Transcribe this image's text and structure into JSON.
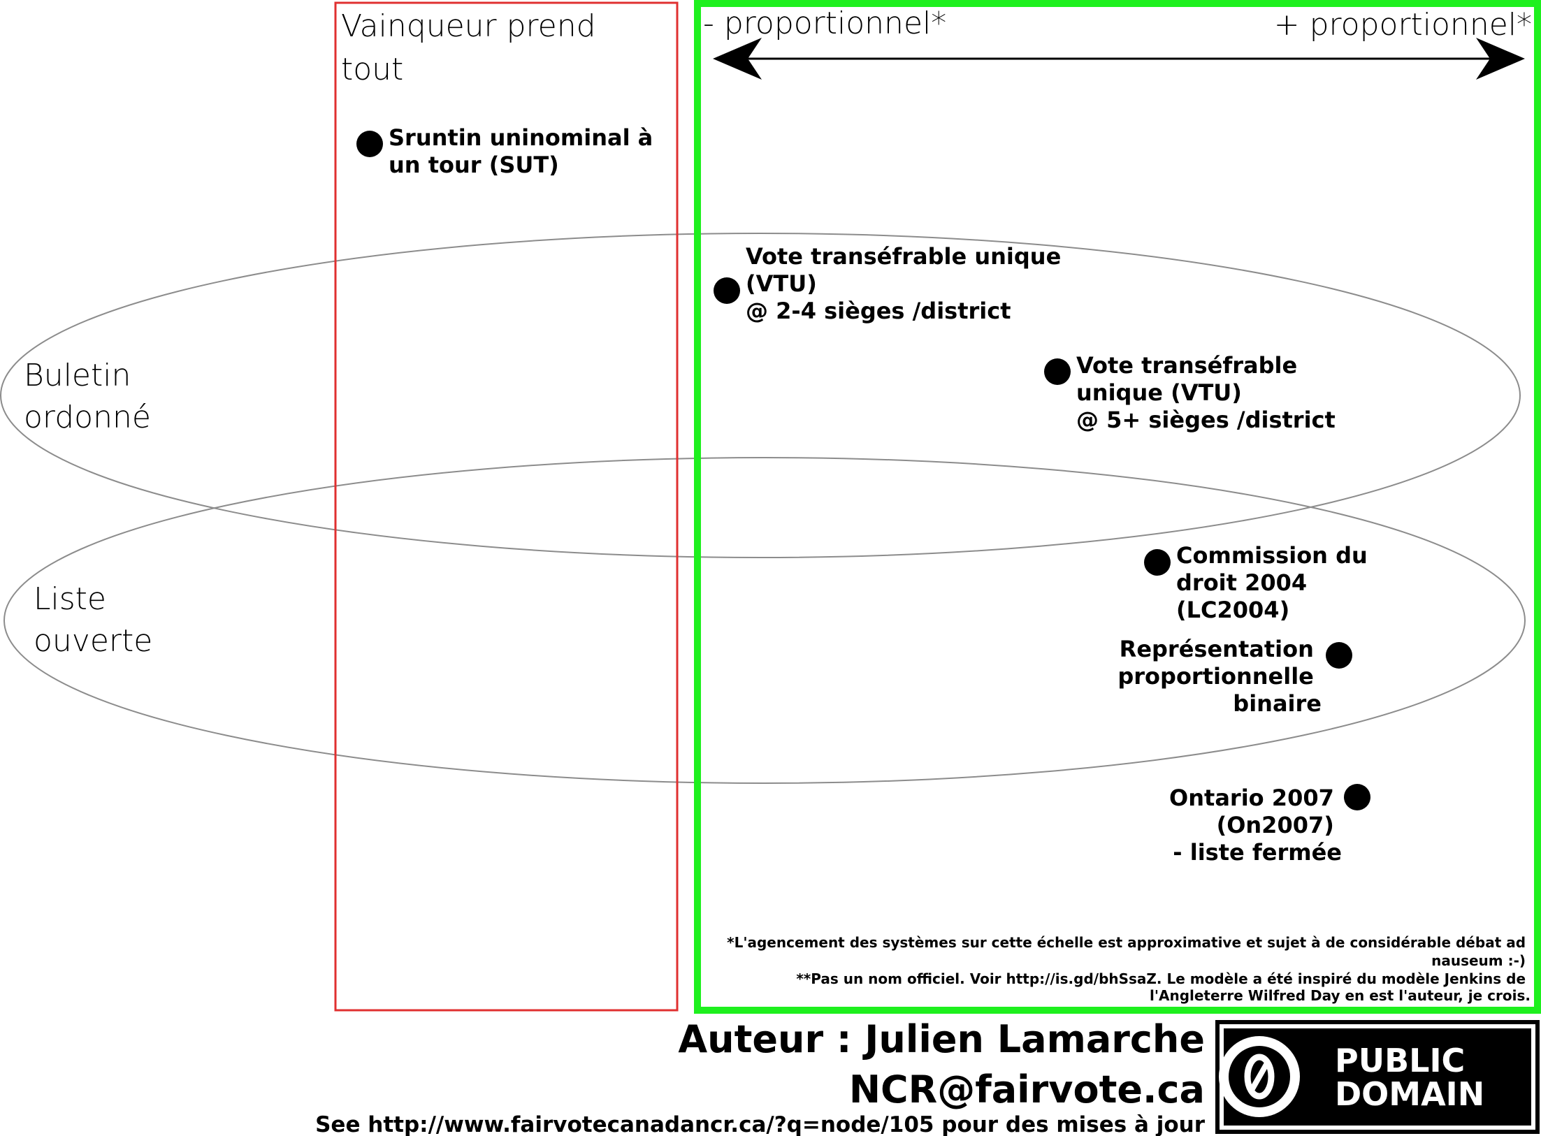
{
  "columns": {
    "winner_takes_all": [
      "Vainqueur prend",
      "tout"
    ],
    "proportional_left": "- proportionnel*",
    "proportional_right": "+ proportionnel*"
  },
  "rows": {
    "ordered_ballot": [
      "Buletin",
      "ordonné"
    ],
    "open_list": [
      "Liste",
      "ouverte"
    ]
  },
  "systems": [
    {
      "id": "sut",
      "lines": [
        "Sruntin uninominal à",
        "un tour (SUT)"
      ]
    },
    {
      "id": "vtu-2-4",
      "lines": [
        "Vote transéfrable unique",
        "(VTU)",
        "@ 2-4 sièges /district"
      ]
    },
    {
      "id": "vtu-5",
      "lines": [
        "Vote transéfrable",
        "unique (VTU)",
        "@ 5+ sièges /district"
      ]
    },
    {
      "id": "lc2004",
      "lines": [
        "Commission du",
        "droit 2004",
        "(LC2004)"
      ]
    },
    {
      "id": "rp-binaire",
      "lines": [
        "Représentation",
        "proportionnelle",
        "binaire"
      ]
    },
    {
      "id": "on2007",
      "lines": [
        "Ontario 2007",
        "(On2007)",
        "- liste fermée"
      ]
    }
  ],
  "footnotes": [
    "*L'agencement des systèmes sur cette échelle est approximative et sujet à de considérable débat ad",
    "nauseum :-)",
    "**Pas un nom officiel.  Voir http://is.gd/bhSsaZ.  Le modèle a été inspiré du modèle Jenkins de",
    "l'Angleterre Wilfred Day en est l'auteur, je crois."
  ],
  "author": {
    "name": "Auteur : Julien Lamarche",
    "email": "NCR@fairvote.ca",
    "updates": "See http://www.fairvotecanadancr.ca/?q=node/105 pour des mises à jour"
  },
  "license": {
    "icon": "cc-zero-icon",
    "lines": [
      "PUBLIC",
      "DOMAIN"
    ]
  },
  "colors": {
    "winner_box": "#e03030",
    "proportional_box": "#1ef01e",
    "ellipse": "#8c8c8c",
    "dot": "#000000"
  }
}
